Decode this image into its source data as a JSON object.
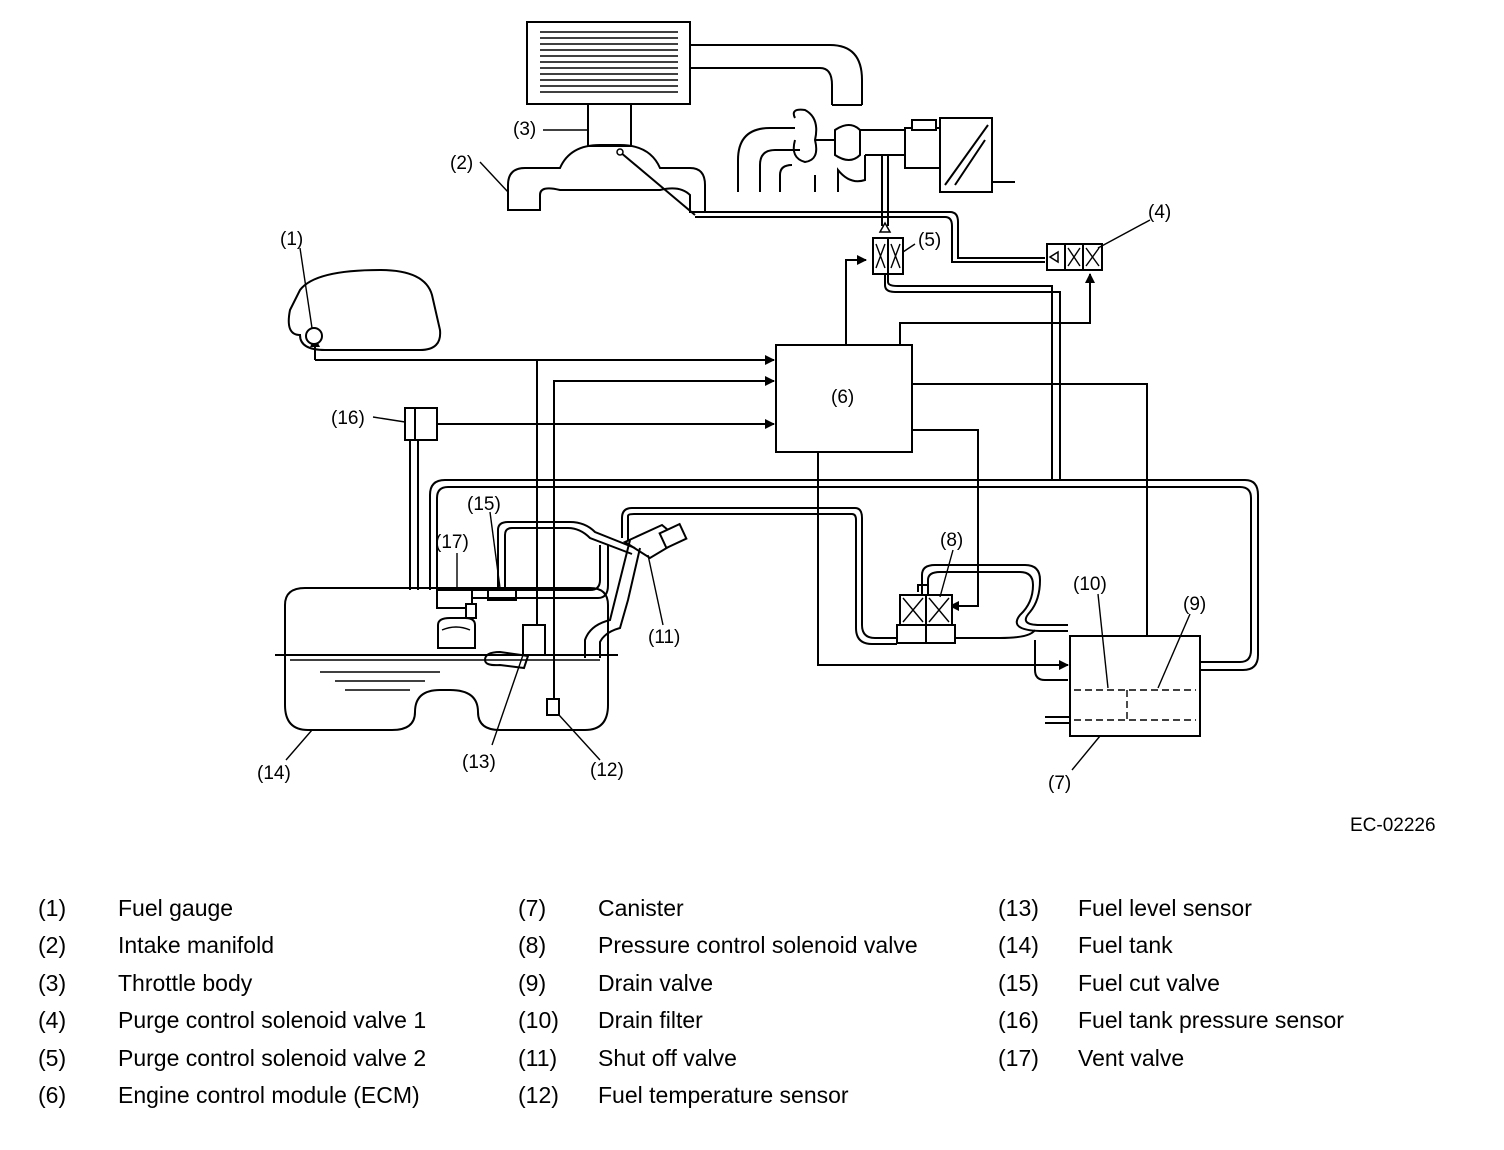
{
  "figure_id": "EC-02226",
  "callouts": {
    "c1": "(1)",
    "c2": "(2)",
    "c3": "(3)",
    "c4": "(4)",
    "c5": "(5)",
    "c6": "(6)",
    "c7": "(7)",
    "c8": "(8)",
    "c9": "(9)",
    "c10": "(10)",
    "c11": "(11)",
    "c12": "(12)",
    "c13": "(13)",
    "c14": "(14)",
    "c15": "(15)",
    "c16": "(16)",
    "c17": "(17)"
  },
  "legend": [
    {
      "num": "(1)",
      "text": "Fuel gauge"
    },
    {
      "num": "(2)",
      "text": "Intake manifold"
    },
    {
      "num": "(3)",
      "text": "Throttle body"
    },
    {
      "num": "(4)",
      "text": "Purge control solenoid valve 1"
    },
    {
      "num": "(5)",
      "text": "Purge control solenoid valve 2"
    },
    {
      "num": "(6)",
      "text": "Engine control module (ECM)"
    },
    {
      "num": "(7)",
      "text": "Canister"
    },
    {
      "num": "(8)",
      "text": "Pressure control solenoid valve"
    },
    {
      "num": "(9)",
      "text": "Drain valve"
    },
    {
      "num": "(10)",
      "text": "Drain filter"
    },
    {
      "num": "(11)",
      "text": "Shut off valve"
    },
    {
      "num": "(12)",
      "text": "Fuel temperature sensor"
    },
    {
      "num": "(13)",
      "text": "Fuel level sensor"
    },
    {
      "num": "(14)",
      "text": "Fuel tank"
    },
    {
      "num": "(15)",
      "text": "Fuel cut valve"
    },
    {
      "num": "(16)",
      "text": "Fuel tank pressure sensor"
    },
    {
      "num": "(17)",
      "text": "Vent valve"
    }
  ]
}
